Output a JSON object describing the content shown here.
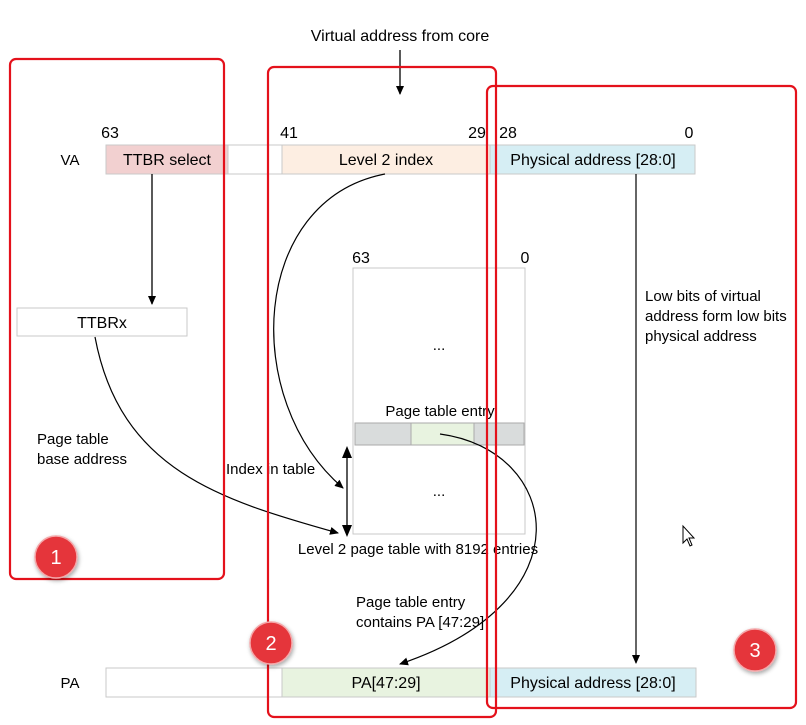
{
  "header": {
    "title": "Virtual address from core"
  },
  "va": {
    "row_label": "VA",
    "bits": {
      "b63": "63",
      "b41": "41",
      "b29": "29",
      "b28": "28",
      "b0": "0"
    },
    "fields": {
      "ttbr_select": "TTBR select",
      "level2_index": "Level 2 index",
      "physical_address": "Physical address [28:0]"
    }
  },
  "ttbrx": {
    "label": "TTBRx"
  },
  "annotations": {
    "page_table_base": [
      "Page table",
      "base address"
    ],
    "index_in_table": "Index in table",
    "low_bits": [
      "Low bits of virtual",
      "address form low bits",
      "physical address"
    ],
    "entry_contains_pa": [
      "Page table entry",
      "contains PA [47:29]"
    ]
  },
  "page_table": {
    "bit_high": "63",
    "bit_low": "0",
    "ellipsis_top": "...",
    "ellipsis_bottom": "...",
    "entry_label": "Page table entry",
    "caption": "Level 2 page table with 8192 entries"
  },
  "pa": {
    "row_label": "PA",
    "fields": {
      "pa_47_29": "PA[47:29]",
      "physical_address": "Physical address [28:0]"
    }
  },
  "badges": [
    "1",
    "2",
    "3"
  ],
  "colors": {
    "ttbr_fill": "#f2d0d0",
    "level2_fill": "#fdeee2",
    "phys_fill": "#d6eef4",
    "pa_fill": "#e8f3e0",
    "entry_grey": "#d9dcdc",
    "entry_green": "#e8f3e0",
    "highlight_red": "#e4111b",
    "badge_red": "#e5343b"
  }
}
